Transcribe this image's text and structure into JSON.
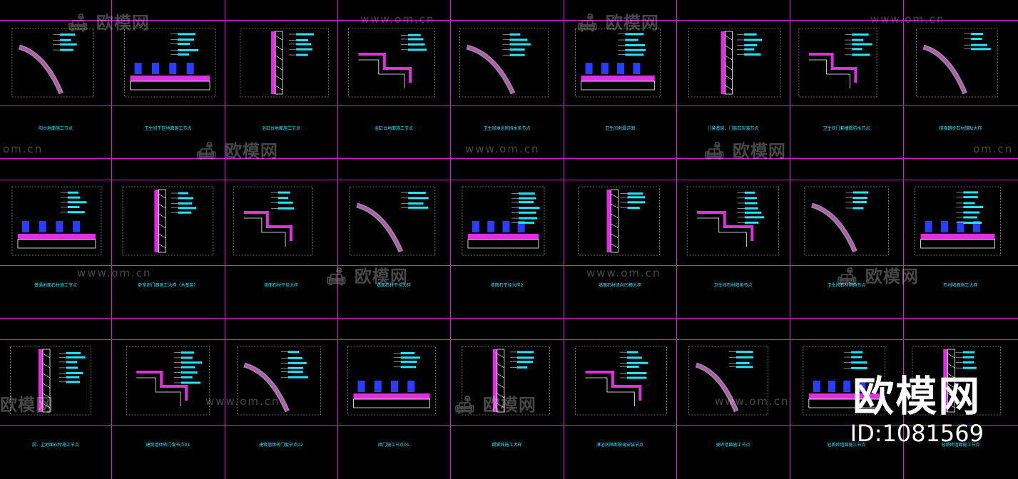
{
  "colors": {
    "background": "#000000",
    "grid": "#d21fd2",
    "label": "#22e5ff",
    "detail_magenta": "#e02ee0",
    "detail_white": "#ffffff",
    "detail_blue": "#2a3cff"
  },
  "sheet": {
    "rows": [
      {
        "captions": [
          "阳台地面施工节点",
          "卫生间干区地面施工节点",
          "浴缸台地面施工节点",
          "浴缸台地面施工节点",
          "卫生间淋浴房挡水条节点",
          "卫生间地漏详图",
          "门套基层、门槛石安装节点",
          "卫生间门套槽做防水节点",
          "楼梯踏步石材铺贴大样"
        ]
      },
      {
        "captions": [
          "普通地面石材施工节点",
          "卧室闭门器施工大样（木基层）",
          "墙面石材干挂大样",
          "墙面石材干挂大样",
          "墙面石干挂大样2",
          "墙面石材竖向凹槽大样",
          "卫生间石材阳角节点",
          "卫生间石材阴角节点",
          "石材墙面施工大样"
        ]
      },
      {
        "captions": [
          "厨、卫地面石材施工节点",
          "建筑墙体转门套节点01",
          "建筑墙体转门套节点02",
          "暗门施工节点01",
          "踢脚线施工大样",
          "淋浴房隔断玻璃安装节点",
          "瓷砖墙面施工节点",
          "轻质砖墙面施工节点",
          "轻质砖墙面施工节点"
        ]
      }
    ]
  },
  "watermarks": {
    "cn": "欧模网",
    "url": "www.om.cn",
    "url_short": "om.cn"
  },
  "brand": {
    "name": "欧模网",
    "id": "ID:1081569"
  }
}
